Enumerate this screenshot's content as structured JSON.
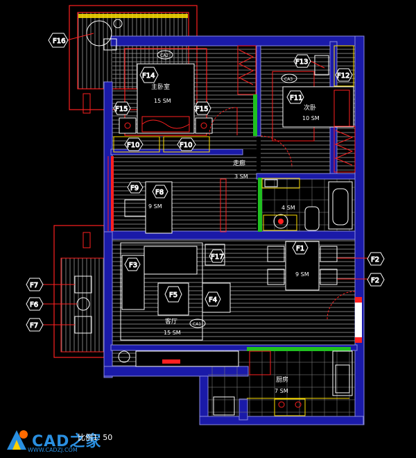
{
  "rooms": {
    "master": {
      "name": "主卧室",
      "area": "15 SM",
      "code": "CA2"
    },
    "second": {
      "name": "次卧",
      "area": "10 SM",
      "code": "CA3"
    },
    "corridor": {
      "name": "走廊",
      "area": "3 SM"
    },
    "study": {
      "area": "9 SM"
    },
    "bath": {
      "area": "4 SM"
    },
    "dining": {
      "area": "9 SM"
    },
    "living": {
      "name": "客厅",
      "area": "15 SM",
      "code": "CA1"
    },
    "kitchen": {
      "name": "厨房",
      "area": "7 SM"
    }
  },
  "tags": {
    "f1": "F1",
    "f2": "F2",
    "f3": "F3",
    "f4": "F4",
    "f5": "F5",
    "f6": "F6",
    "f7": "F7",
    "f8": "F8",
    "f9": "F9",
    "f10": "F10",
    "f11": "F11",
    "f12": "F12",
    "f13": "F13",
    "f14": "F14",
    "f15": "F15",
    "f16": "F16",
    "f17": "F17"
  },
  "scale_label": "比例1: 50",
  "logo": {
    "brand": "CAD之家",
    "url": "WWW.CADZJ.COM"
  },
  "colors": {
    "wall": "#1a1aa8",
    "wall_edge": "#8a8ae0",
    "red": "#ff2020",
    "yellow": "#ffe000",
    "green": "#20c020",
    "floor": "#bdbdbd"
  }
}
